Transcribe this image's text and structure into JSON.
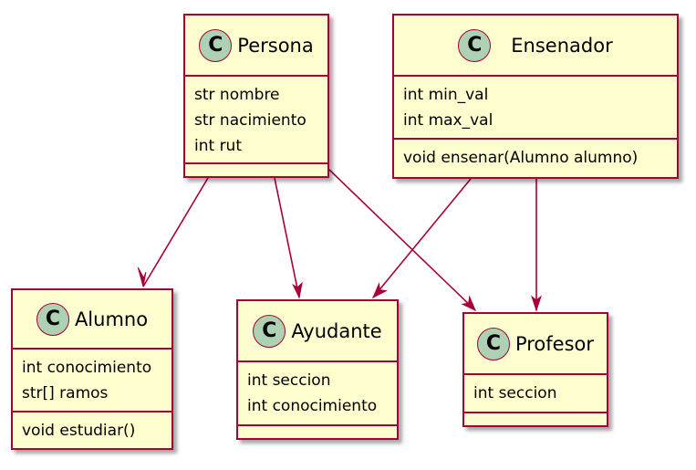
{
  "style": {
    "fill": "#FEFECE",
    "border": "#A80036",
    "badge": "#ADD1B2",
    "arrow": "#A80036"
  },
  "badge_letter": "C",
  "classes": {
    "persona": {
      "name": "Persona",
      "attributes": [
        "str nombre",
        "str nacimiento",
        "int rut"
      ],
      "methods": []
    },
    "ensenador": {
      "name": "Ensenador",
      "attributes": [
        "int min_val",
        "int max_val"
      ],
      "methods": [
        "void ensenar(Alumno alumno)"
      ]
    },
    "alumno": {
      "name": "Alumno",
      "attributes": [
        "int conocimiento",
        "str[] ramos"
      ],
      "methods": [
        "void estudiar()"
      ]
    },
    "ayudante": {
      "name": "Ayudante",
      "attributes": [
        "int seccion",
        "int conocimiento"
      ],
      "methods": []
    },
    "profesor": {
      "name": "Profesor",
      "attributes": [
        "int seccion"
      ],
      "methods": []
    }
  },
  "relations": [
    {
      "from": "Persona",
      "to": "Alumno"
    },
    {
      "from": "Persona",
      "to": "Ayudante"
    },
    {
      "from": "Persona",
      "to": "Profesor"
    },
    {
      "from": "Ensenador",
      "to": "Ayudante"
    },
    {
      "from": "Ensenador",
      "to": "Profesor"
    }
  ]
}
